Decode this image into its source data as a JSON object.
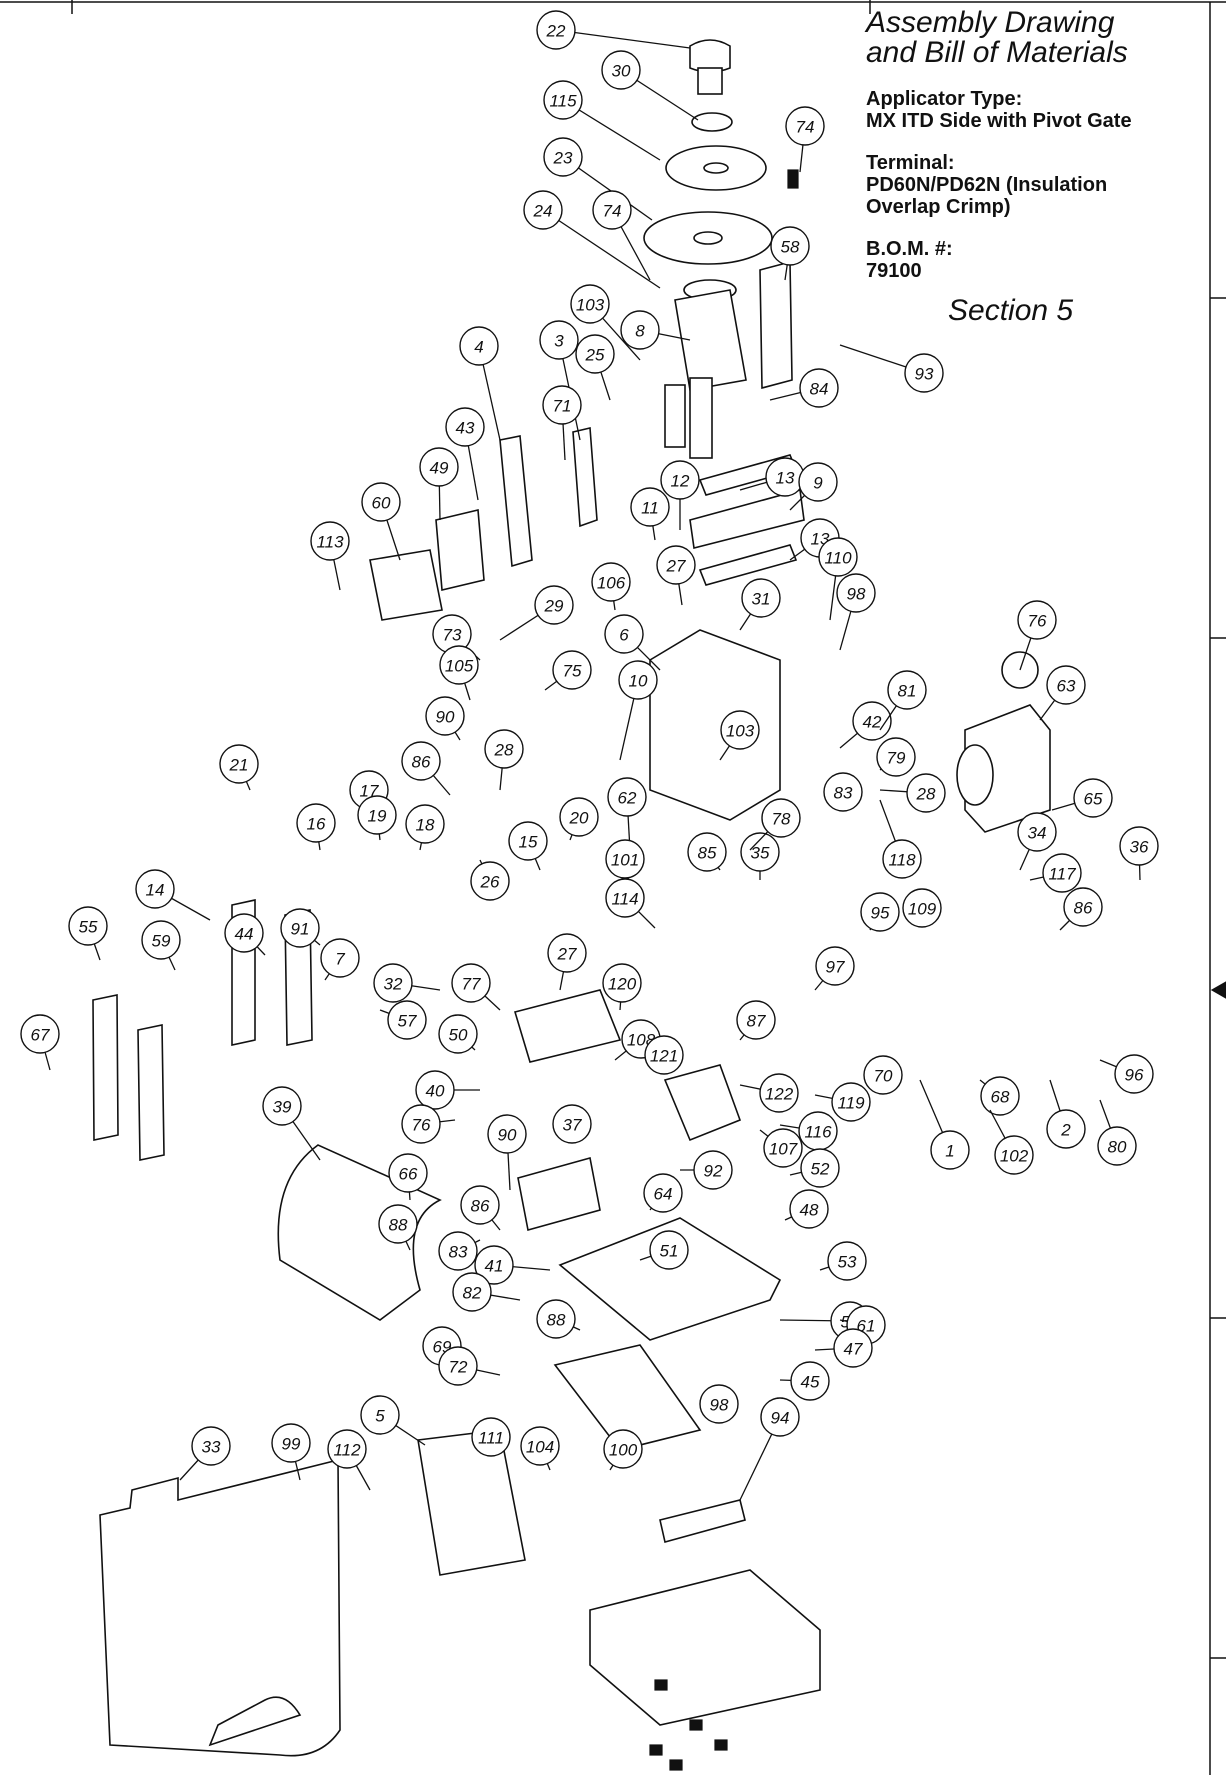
{
  "title": "Assembly Drawing\nand Bill of Materials",
  "applicator": "Applicator Type:\n MX ITD Side with Pivot Gate",
  "terminal": "Terminal:\n PD60N/PD62N (Insulation\nOverlap Crimp)",
  "bom": "B.O.M. #:\n 79100",
  "section": "Section 5",
  "callouts": [
    "22",
    "30",
    "115",
    "74",
    "23",
    "24",
    "74",
    "58",
    "103",
    "8",
    "3",
    "25",
    "93",
    "84",
    "4",
    "71",
    "43",
    "49",
    "60",
    "13",
    "9",
    "12",
    "11",
    "13",
    "27",
    "106",
    "113",
    "29",
    "31",
    "98",
    "110",
    "76",
    "73",
    "6",
    "10",
    "63",
    "105",
    "90",
    "75",
    "103",
    "42",
    "81",
    "86",
    "28",
    "79",
    "17",
    "62",
    "28",
    "83",
    "65",
    "21",
    "16",
    "19",
    "18",
    "20",
    "15",
    "26",
    "85",
    "35",
    "78",
    "101",
    "118",
    "117",
    "34",
    "36",
    "114",
    "95",
    "109",
    "86",
    "44",
    "91",
    "27",
    "97",
    "7",
    "59",
    "14",
    "32",
    "55",
    "57",
    "77",
    "120",
    "108",
    "87",
    "70",
    "96",
    "68",
    "67",
    "50",
    "40",
    "122",
    "121",
    "119",
    "76",
    "37",
    "116",
    "1",
    "102",
    "2",
    "80",
    "39",
    "90",
    "107",
    "66",
    "92",
    "52",
    "86",
    "88",
    "83",
    "64",
    "51",
    "48",
    "41",
    "53",
    "54",
    "82",
    "61",
    "69",
    "88",
    "47",
    "72",
    "45",
    "5",
    "98",
    "111",
    "33",
    "99",
    "112",
    "104",
    "100",
    "94"
  ]
}
